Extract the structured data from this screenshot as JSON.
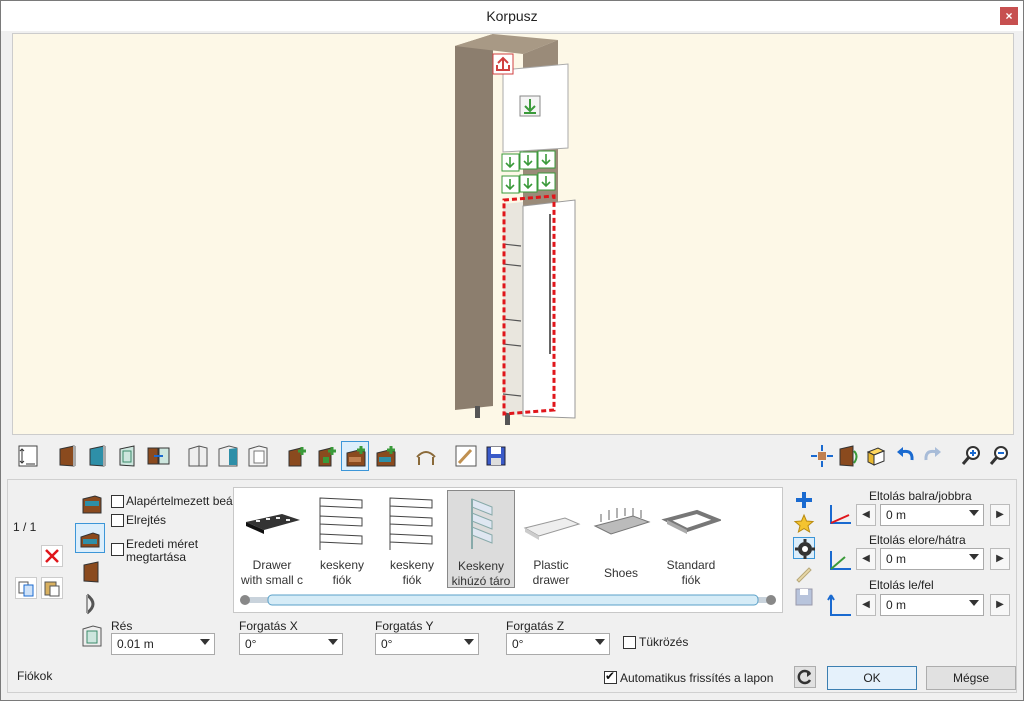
{
  "window": {
    "title": "Korpusz",
    "close_glyph": "×"
  },
  "left": {
    "counter": "1 / 1",
    "options": [
      {
        "label": "Alapértelmezett beáll",
        "checked": false
      },
      {
        "label": "Elrejtés",
        "checked": false
      },
      {
        "label_line1": "Eredeti méret",
        "label_line2": "megtartása",
        "checked": false
      }
    ]
  },
  "gallery": {
    "items": [
      {
        "line1": "Drawer",
        "line2": "with small c",
        "selected": false
      },
      {
        "line1": "keskeny",
        "line2": "fiók",
        "selected": false
      },
      {
        "line1": "keskeny",
        "line2": "fiók",
        "selected": false
      },
      {
        "line1": "Keskeny",
        "line2": "kihúzó táro",
        "selected": true
      },
      {
        "line1": "Plastic",
        "line2": "drawer",
        "selected": false
      },
      {
        "line1": "Shoes",
        "line2": "",
        "selected": false
      },
      {
        "line1": "Standard",
        "line2": "fiók",
        "selected": false
      }
    ]
  },
  "fields": {
    "gap": {
      "label": "Rés",
      "value": "0.01 m"
    },
    "rot_x": {
      "label": "Forgatás X",
      "value": "0°"
    },
    "rot_y": {
      "label": "Forgatás Y",
      "value": "0°"
    },
    "rot_z": {
      "label": "Forgatás Z",
      "value": "0°"
    },
    "mirror": {
      "label": "Tükrözés",
      "checked": false
    }
  },
  "offsets": {
    "lr": {
      "label": "Eltolás balra/jobbra",
      "value": "0 m"
    },
    "fb": {
      "label": "Eltolás elore/hátra",
      "value": "0 m"
    },
    "ud": {
      "label": "Eltolás le/fel",
      "value": "0 m"
    }
  },
  "footer": {
    "section_label": "Fiókok",
    "auto_refresh": {
      "label": "Automatikus frissítés a lapon",
      "checked": true
    },
    "ok": "OK",
    "cancel": "Mégse"
  },
  "colors": {
    "viewport_bg": "#fdf8e7",
    "cabinet_wood": "#8c7e6e",
    "selection_red": "#e0161b",
    "accent_blue": "#3c96d8",
    "green_icon": "#3a9a3a"
  },
  "icons": [
    "dimension-icon",
    "door-brown-icon",
    "door-blue-icon",
    "door-glass-icon",
    "door-swap-icon",
    "cabinet-open-icon",
    "cabinet-blue-icon",
    "cabinet-white-icon",
    "add-green-icon",
    "add-green-plus-icon",
    "drawer-add-icon",
    "drawer-blue-add-icon",
    "handle-icon",
    "edit-icon",
    "save-icon",
    "move-icon",
    "door-rotate-icon",
    "cube-icon",
    "undo-icon",
    "redo-icon",
    "zoom-in-icon",
    "zoom-out-icon"
  ]
}
